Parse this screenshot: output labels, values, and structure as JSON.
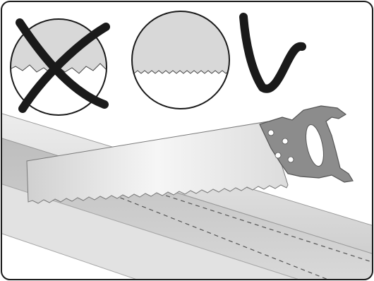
{
  "illustration": {
    "panels": [
      {
        "name": "coarse-uneven-teeth",
        "verdict": "wrong"
      },
      {
        "name": "fine-even-teeth",
        "verdict": "neutral"
      },
      {
        "name": "correct-sharpening",
        "verdict": "right"
      }
    ],
    "tool": "hand-saw",
    "workpiece": "wooden-board-with-cut-lines"
  },
  "colors": {
    "background": "#ffffff",
    "frame_stroke": "#1a1a1a",
    "mark": "#1a1a1a",
    "blade_light": "#f2f2f2",
    "blade_dark": "#c6c6c6",
    "handle": "#8c8c8c",
    "board_light": "#e6e6e6",
    "board_dark": "#b3b3b3"
  }
}
